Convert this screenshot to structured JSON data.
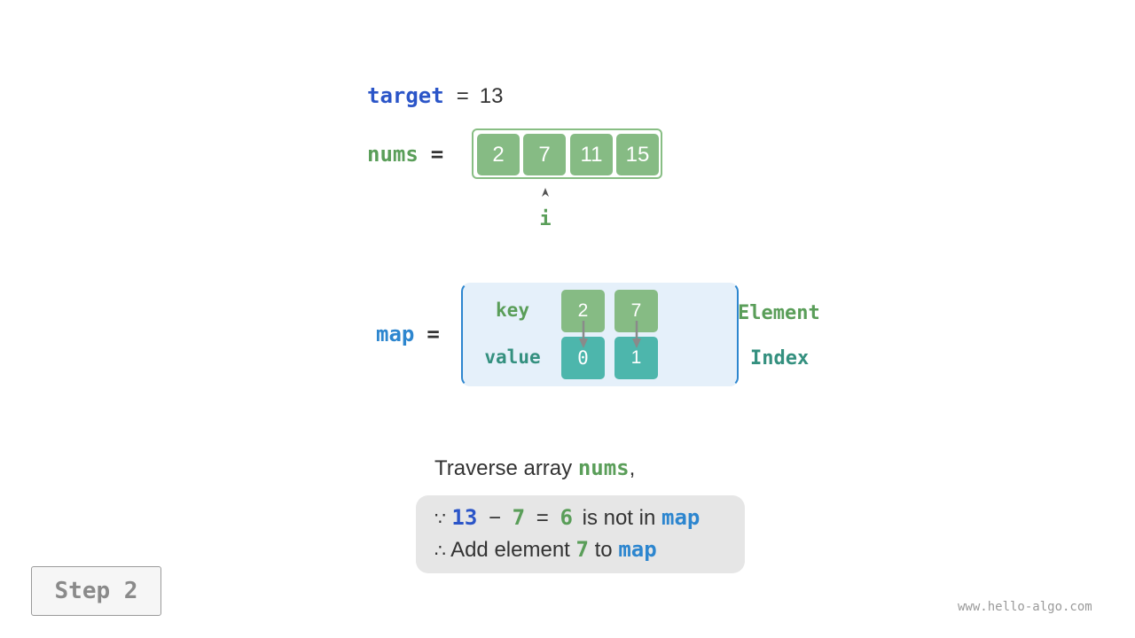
{
  "colors": {
    "blue_var": "#2b55c8",
    "green": "#5a9e59",
    "teal": "#34907f",
    "map_blue": "#2d86cf",
    "cell_green": "#86bb84",
    "cell_teal": "#4db6ac"
  },
  "target": {
    "name": "target",
    "eq": "=",
    "value": "13"
  },
  "nums": {
    "name": "nums",
    "eq": "=",
    "values": [
      "2",
      "7",
      "11",
      "15"
    ]
  },
  "pointer": {
    "label": "i",
    "arrow_icon": "arrow-up-icon"
  },
  "map": {
    "name": "map",
    "eq": "=",
    "key_label": "key",
    "value_label": "value",
    "keys": [
      "2",
      "7"
    ],
    "values": [
      "0",
      "1"
    ],
    "side_key_label": "Element",
    "side_value_label": "Index"
  },
  "caption": {
    "traverse_text": "Traverse array",
    "traverse_var": "nums",
    "traverse_comma": ",",
    "line1": {
      "because_symbol": "∵",
      "a": "13",
      "minus": "−",
      "b": "7",
      "eq": "=",
      "c": "6",
      "text": "is not in",
      "var": "map"
    },
    "line2": {
      "therefore_symbol": "∴",
      "text": "Add element",
      "value": "7",
      "to": "to",
      "var": "map"
    }
  },
  "step": {
    "label": "Step 2"
  },
  "watermark": "www.hello-algo.com"
}
